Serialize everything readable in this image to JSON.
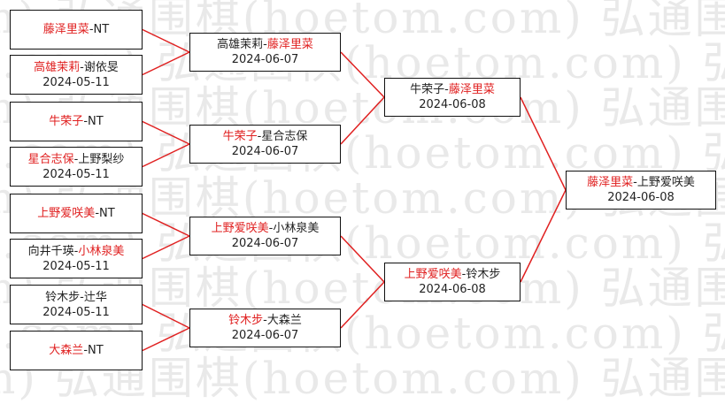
{
  "watermark": "弘通围棋(hoetom.com)",
  "separator": "-",
  "matches": [
    {
      "id": "r1m1",
      "p1": "藤泽里菜",
      "p2": "NT",
      "winner": 1,
      "date": ""
    },
    {
      "id": "r1m2",
      "p1": "高雄茉莉",
      "p2": "谢依旻",
      "winner": 1,
      "date": "2024-05-11"
    },
    {
      "id": "r1m3",
      "p1": "牛荣子",
      "p2": "NT",
      "winner": 1,
      "date": ""
    },
    {
      "id": "r1m4",
      "p1": "星合志保",
      "p2": "上野梨纱",
      "winner": 1,
      "date": "2024-05-11"
    },
    {
      "id": "r1m5",
      "p1": "上野爱咲美",
      "p2": "NT",
      "winner": 1,
      "date": ""
    },
    {
      "id": "r1m6",
      "p1": "向井千瑛",
      "p2": "小林泉美",
      "winner": 2,
      "date": "2024-05-11"
    },
    {
      "id": "r1m7",
      "p1": "铃木步",
      "p2": "辻华",
      "winner": 0,
      "date": "2024-05-11"
    },
    {
      "id": "r1m8",
      "p1": "大森兰",
      "p2": "NT",
      "winner": 1,
      "date": ""
    },
    {
      "id": "r2m1",
      "p1": "高雄茉莉",
      "p2": "藤泽里菜",
      "winner": 2,
      "date": "2024-06-07"
    },
    {
      "id": "r2m2",
      "p1": "牛荣子",
      "p2": "星合志保",
      "winner": 1,
      "date": "2024-06-07"
    },
    {
      "id": "r2m3",
      "p1": "上野爱咲美",
      "p2": "小林泉美",
      "winner": 1,
      "date": "2024-06-07"
    },
    {
      "id": "r2m4",
      "p1": "铃木步",
      "p2": "大森兰",
      "winner": 1,
      "date": "2024-06-07"
    },
    {
      "id": "r3m1",
      "p1": "牛荣子",
      "p2": "藤泽里菜",
      "winner": 2,
      "date": "2024-06-08"
    },
    {
      "id": "r3m2",
      "p1": "上野爱咲美",
      "p2": "铃木步",
      "winner": 1,
      "date": "2024-06-08"
    },
    {
      "id": "final",
      "p1": "藤泽里菜",
      "p2": "上野爱咲美",
      "winner": 1,
      "date": "2024-06-08"
    }
  ],
  "colors": {
    "winner": "#e02020",
    "loser": "#222222",
    "connector": "#e02020",
    "border": "#111111",
    "watermark": "#e9e9e9"
  }
}
